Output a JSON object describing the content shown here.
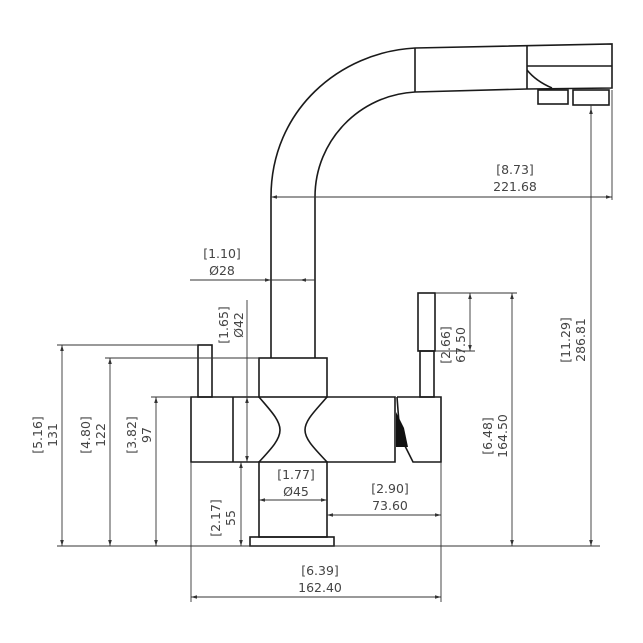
{
  "dimensions": {
    "spout_reach": {
      "inch": "[8.73]",
      "mm": "221.68"
    },
    "spout_diameter": {
      "inch": "[1.10]",
      "mm": "Ø28"
    },
    "handle_diameter": {
      "inch": "[1.65]",
      "mm": "Ø42"
    },
    "right_handle_height": {
      "inch": "[2.66]",
      "mm": "67.50"
    },
    "total_height": {
      "inch": "[11.29]",
      "mm": "286.81"
    },
    "left_handle_top": {
      "inch": "[5.16]",
      "mm": "131"
    },
    "neck_top": {
      "inch": "[4.80]",
      "mm": "122"
    },
    "body_top": {
      "inch": "[3.82]",
      "mm": "97"
    },
    "body_bottom": {
      "inch": "[2.17]",
      "mm": "55"
    },
    "base_diameter": {
      "inch": "[1.77]",
      "mm": "Ø45"
    },
    "right_offset": {
      "inch": "[2.90]",
      "mm": "73.60"
    },
    "right_handle_top_height": {
      "inch": "[6.48]",
      "mm": "164.50"
    },
    "overall_width": {
      "inch": "[6.39]",
      "mm": "162.40"
    }
  }
}
